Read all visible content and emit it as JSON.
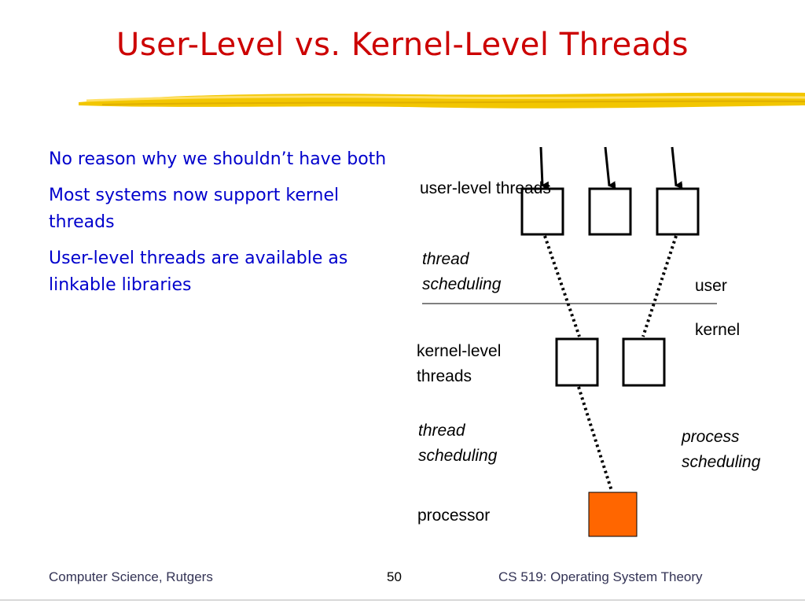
{
  "slide": {
    "title": "User-Level vs. Kernel-Level Threads",
    "bullets": [
      "No reason why we shouldn’t have both",
      "Most systems now support kernel threads",
      "User-level threads are available as linkable libraries"
    ]
  },
  "diagram": {
    "user_level_threads": "user-level threads",
    "user_thread_scheduling": "thread scheduling",
    "user": "user",
    "kernel": "kernel",
    "kernel_level_threads": "kernel-level threads",
    "kernel_thread_scheduling": "thread scheduling",
    "process_scheduling": "process scheduling",
    "processor": "processor",
    "processor_color": "#ff6600"
  },
  "footer": {
    "left": "Computer Science, Rutgers",
    "page_number": "50",
    "right": "CS 519: Operating System Theory"
  },
  "colors": {
    "title": "#cc0000",
    "body_text": "#0000cc",
    "accent_brush": "#f2c600"
  }
}
